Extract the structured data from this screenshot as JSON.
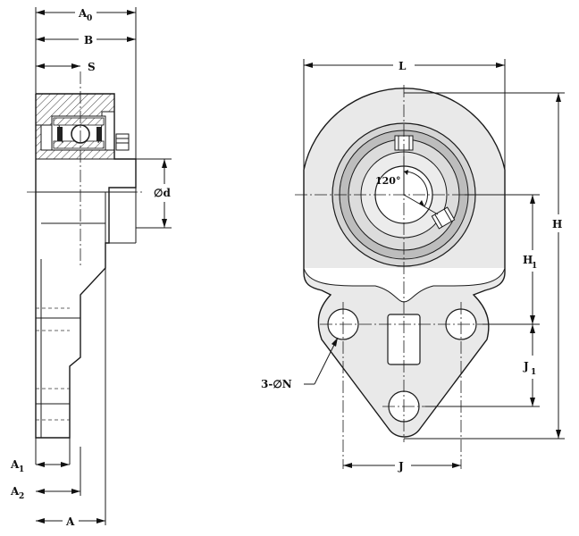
{
  "labels": {
    "A0": "A",
    "A0_sub": "0",
    "B": "B",
    "S": "S",
    "d": "∅d",
    "A1": "A",
    "A1_sub": "1",
    "A2": "A",
    "A2_sub": "2",
    "A": "A",
    "L": "L",
    "H": "H",
    "H1": "H",
    "H1_sub": "1",
    "J1": "J",
    "J1_sub": "1",
    "J": "J",
    "N": "3-∅N",
    "angle": "120°"
  }
}
